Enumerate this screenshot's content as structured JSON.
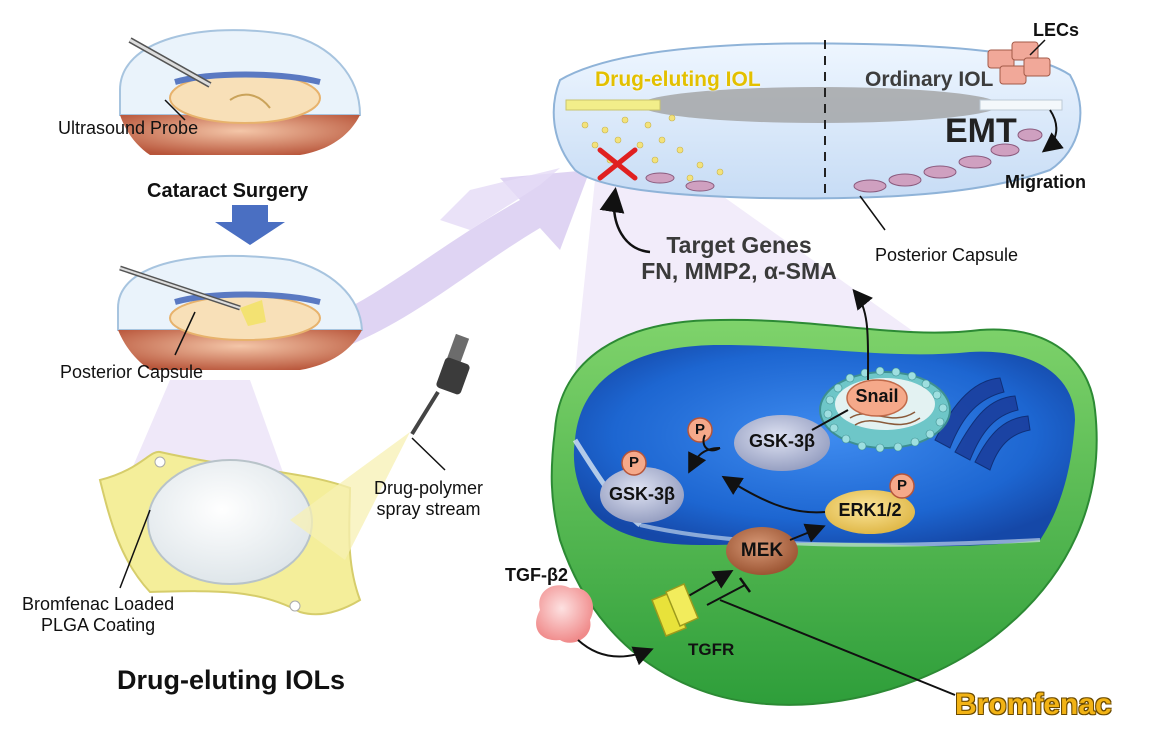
{
  "labels": {
    "ultrasound_probe": "Ultrasound Probe",
    "cataract_surgery": "Cataract Surgery",
    "posterior_capsule_left": "Posterior Capsule",
    "drug_polymer_line1": "Drug-polymer",
    "drug_polymer_line2": "spray stream",
    "bromfenac_loaded_line1": "Bromfenac Loaded",
    "bromfenac_loaded_line2": "PLGA Coating",
    "drug_eluting_iols": "Drug-eluting IOLs",
    "drug_eluting_iol": "Drug-eluting IOL",
    "ordinary_iol": "Ordinary IOL",
    "lecs": "LECs",
    "emt": "EMT",
    "migration": "Migration",
    "posterior_capsule_right": "Posterior Capsule",
    "target_genes_title": "Target Genes",
    "target_genes_list": "FN, MMP2, α-SMA",
    "snail": "Snail",
    "gsk3b": "GSK-3β",
    "gsk3b_p": "GSK-3β",
    "phospho": "P",
    "erk": "ERK1/2",
    "mek": "MEK",
    "tgfb2": "TGF-β2",
    "tgfr": "TGFR",
    "bromfenac": "Bromfenac"
  },
  "colors": {
    "arrow_purple": "#d9cdf0",
    "cell_membrane": "#49b848",
    "cytoplasm": "#1d6fd8",
    "bromfenac_text": "#f2b315",
    "phospho_fill": "#f5a98a",
    "mek_fill": "#b86f4a",
    "erk_fill": "#f0cf6a",
    "gsk_fill": "#aab2cf",
    "lens_blue": "#d8e9fb",
    "inhibition_red": "#e02020"
  }
}
